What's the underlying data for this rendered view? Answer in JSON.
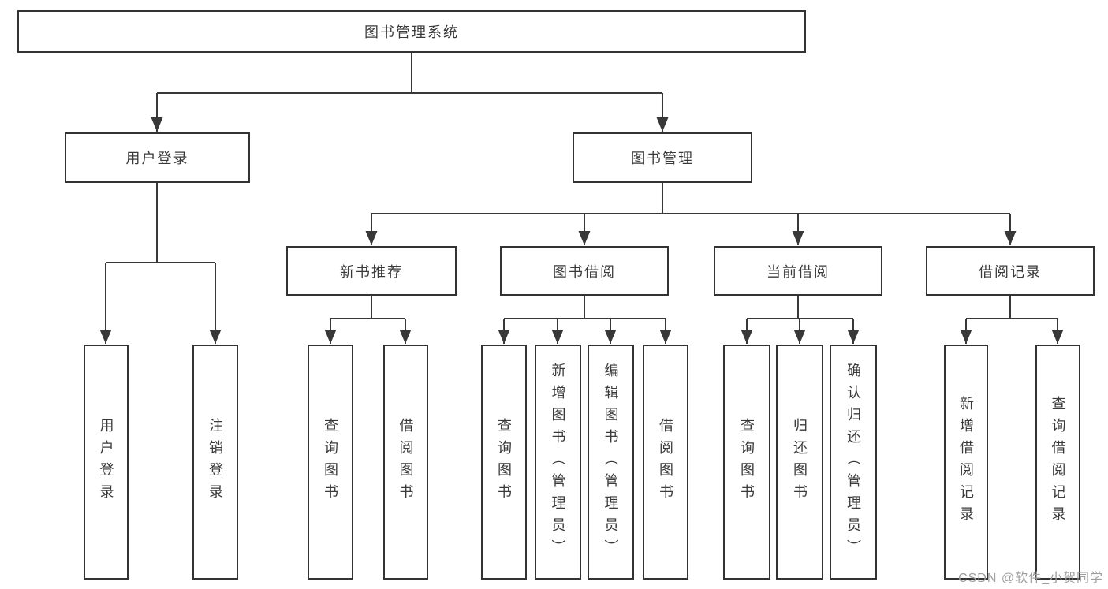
{
  "diagram": {
    "root": {
      "label": "图书管理系统"
    },
    "branches": [
      {
        "label": "用户登录",
        "children": [
          {
            "label": "用户登录"
          },
          {
            "label": "注销登录"
          }
        ]
      },
      {
        "label": "图书管理",
        "children": [
          {
            "label": "新书推荐",
            "children": [
              {
                "label": "查询图书"
              },
              {
                "label": "借阅图书"
              }
            ]
          },
          {
            "label": "图书借阅",
            "children": [
              {
                "label": "查询图书"
              },
              {
                "label": "新增图书（管理员）"
              },
              {
                "label": "编辑图书（管理员）"
              },
              {
                "label": "借阅图书"
              }
            ]
          },
          {
            "label": "当前借阅",
            "children": [
              {
                "label": "查询图书"
              },
              {
                "label": "归还图书"
              },
              {
                "label": "确认归还（管理员）"
              }
            ]
          },
          {
            "label": "借阅记录",
            "children": [
              {
                "label": "新增借阅记录"
              },
              {
                "label": "查询借阅记录"
              }
            ]
          }
        ]
      }
    ]
  },
  "watermark": {
    "text": "CSDN @软件_小贺同学",
    "color": "#9e9e9e"
  },
  "colors": {
    "line": "#383838",
    "box_border": "#333333",
    "text": "#3a3a3a",
    "background": "#ffffff"
  }
}
